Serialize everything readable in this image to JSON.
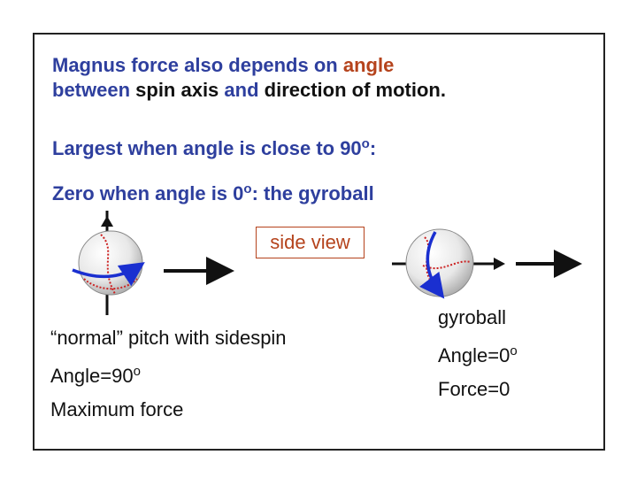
{
  "heading": {
    "l1_a": "Magnus force also depends on ",
    "l1_b": "angle",
    "l2_a": "between ",
    "l2_b": "spin axis",
    "l2_c": " and ",
    "l2_d": "direction of motion."
  },
  "largest": {
    "text": "Largest when angle is close to 90",
    "sup": "o",
    "end": ":"
  },
  "zero": {
    "text": "Zero when angle is 0",
    "sup": "o",
    "end": ":  the gyroball"
  },
  "side_view": "side view",
  "normal_pitch": {
    "line1": "“normal” pitch with sidespin",
    "line2": "Angle=90",
    "line2_sup": "o",
    "line3": "Maximum force"
  },
  "gyroball": {
    "line1": "gyroball",
    "line2": "Angle=0",
    "line2_sup": "o",
    "line3": "Force=0"
  },
  "colors": {
    "blue": "#2e3f9e",
    "red": "#b5431c",
    "seam": "#cc2222",
    "axis": "#1a2fd0"
  }
}
